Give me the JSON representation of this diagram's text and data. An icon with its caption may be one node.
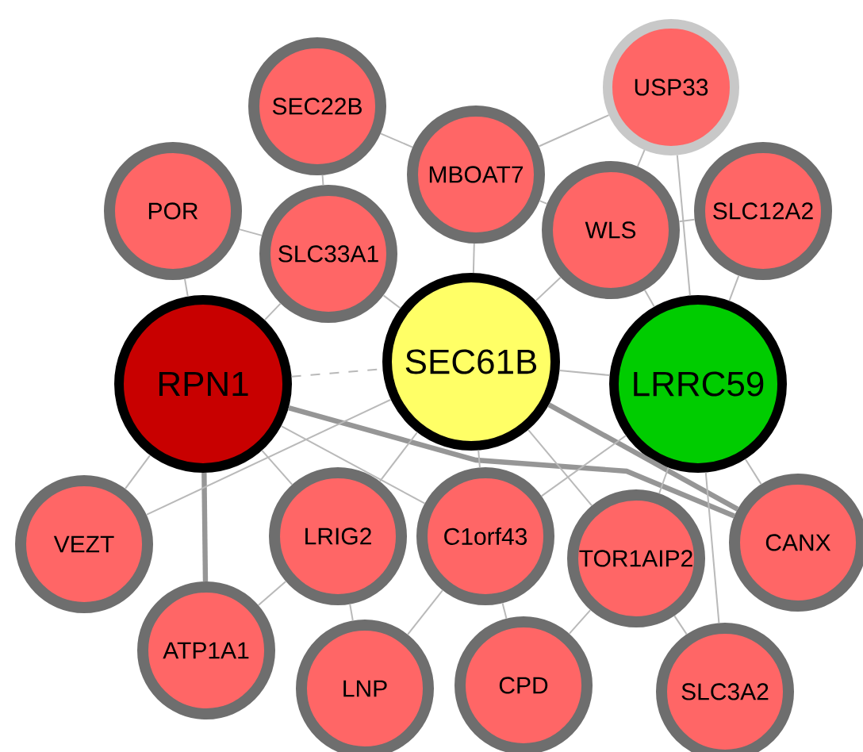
{
  "diagram": {
    "nodes": [
      {
        "text": [
          "SEC22B"
        ]
      },
      {
        "text": [
          "USP33"
        ]
      },
      {
        "text": [
          "MBOAT7"
        ]
      },
      {
        "text": [
          "POR"
        ]
      },
      {
        "text": [
          "SLC33A1"
        ]
      },
      {
        "text": [
          "WLS"
        ]
      },
      {
        "text": [
          "SLC12A2"
        ]
      },
      {
        "text": [
          "RPN1"
        ]
      },
      {
        "text": [
          "SEC61B"
        ]
      },
      {
        "text": [
          "LRRC59"
        ]
      },
      {
        "text": [
          "VEZT"
        ]
      },
      {
        "text": [
          "LRIG2"
        ]
      },
      {
        "text": [
          "C1orf43"
        ]
      },
      {
        "text": [
          "TOR1AIP2"
        ]
      },
      {
        "text": [
          "CANX"
        ]
      },
      {
        "text": [
          "ATP1A1"
        ]
      },
      {
        "text": [
          "LNP"
        ]
      },
      {
        "text": [
          "CPD"
        ]
      },
      {
        "text": [
          "SLC3A2"
        ]
      }
    ],
    "edges": [
      {
        "from": 7,
        "to": 8,
        "arrow": "none",
        "style": "dashed"
      },
      {
        "from": 7,
        "to": 3,
        "arrow": "none"
      },
      {
        "from": 7,
        "to": 4,
        "arrow": "none"
      },
      {
        "from": 7,
        "to": 10,
        "arrow": "none"
      },
      {
        "from": 7,
        "to": 15,
        "arrow": "none",
        "style": "thick"
      },
      {
        "from": 7,
        "to": 11,
        "arrow": "none"
      },
      {
        "from": 7,
        "to": 12,
        "arrow": "none"
      },
      {
        "from": 7,
        "to": 14,
        "arrow": "none",
        "style": "thick"
      },
      {
        "from": 8,
        "to": 4,
        "arrow": "none"
      },
      {
        "from": 8,
        "to": 2,
        "arrow": "none"
      },
      {
        "from": 8,
        "to": 5,
        "arrow": "none"
      },
      {
        "from": 8,
        "to": 9,
        "arrow": "none"
      },
      {
        "from": 8,
        "to": 14,
        "arrow": "none",
        "style": "thick"
      },
      {
        "from": 8,
        "to": 12,
        "arrow": "none"
      },
      {
        "from": 8,
        "to": 13,
        "arrow": "none"
      },
      {
        "from": 8,
        "to": 11,
        "arrow": "none"
      },
      {
        "from": 8,
        "to": 10,
        "arrow": "none"
      },
      {
        "from": 9,
        "to": 1,
        "arrow": "none"
      },
      {
        "from": 9,
        "to": 5,
        "arrow": "none"
      },
      {
        "from": 9,
        "to": 6,
        "arrow": "none"
      },
      {
        "from": 9,
        "to": 14,
        "arrow": "none"
      },
      {
        "from": 9,
        "to": 13,
        "arrow": "none"
      },
      {
        "from": 9,
        "to": 18,
        "arrow": "none"
      },
      {
        "from": 9,
        "to": 12,
        "arrow": "none"
      },
      {
        "from": 1,
        "to": 2,
        "arrow": "none"
      },
      {
        "from": 1,
        "to": 5,
        "arrow": "none"
      },
      {
        "from": 0,
        "to": 4,
        "arrow": "none"
      },
      {
        "from": 0,
        "to": 2,
        "arrow": "none"
      },
      {
        "from": 3,
        "to": 4,
        "arrow": "none"
      },
      {
        "from": 2,
        "to": 5,
        "arrow": "none"
      },
      {
        "from": 5,
        "to": 6,
        "arrow": "none"
      },
      {
        "from": 15,
        "to": 11,
        "arrow": "none"
      },
      {
        "from": 11,
        "to": 16,
        "arrow": "none"
      },
      {
        "from": 16,
        "to": 12,
        "arrow": "none"
      },
      {
        "from": 12,
        "to": 17,
        "arrow": "none"
      },
      {
        "from": 13,
        "to": 17,
        "arrow": "none"
      },
      {
        "from": 13,
        "to": 18,
        "arrow": "none"
      }
    ]
  }
}
